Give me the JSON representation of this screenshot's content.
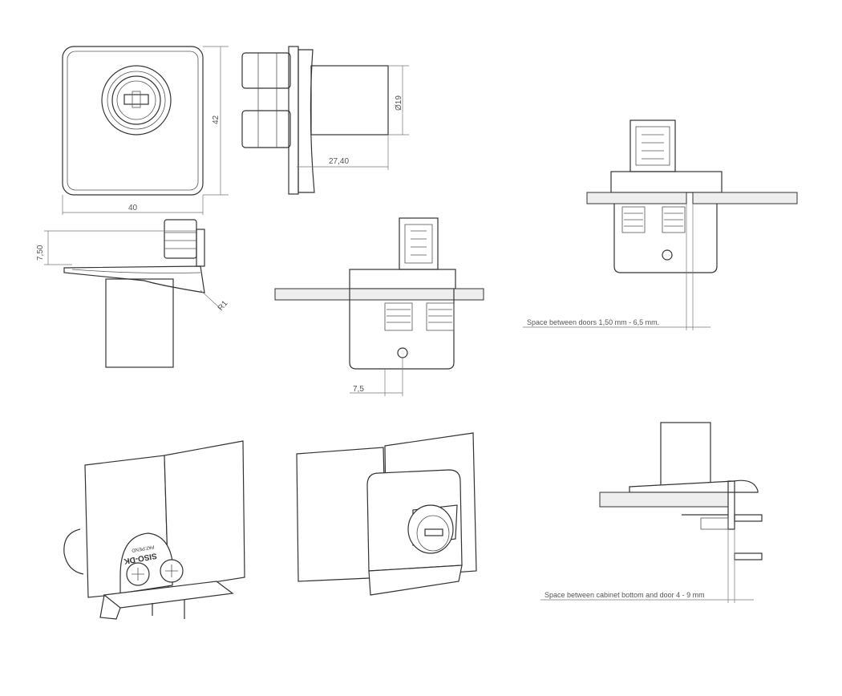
{
  "dimensions": {
    "height_42": "42",
    "width_40": "40",
    "diameter_19": "Ø19",
    "length_27_40": "27,40",
    "offset_7_50": "7,50",
    "radius_r1": "R1",
    "offset_7_5": "7,5"
  },
  "notes": {
    "door_gap": "Space between doors 1,50 mm - 6,5 mm.",
    "cabinet_gap": "Space between cabinet bottom and door 4 - 9 mm"
  },
  "logo": {
    "brand": "SISO-DK",
    "sub": "PAT.PEND"
  }
}
